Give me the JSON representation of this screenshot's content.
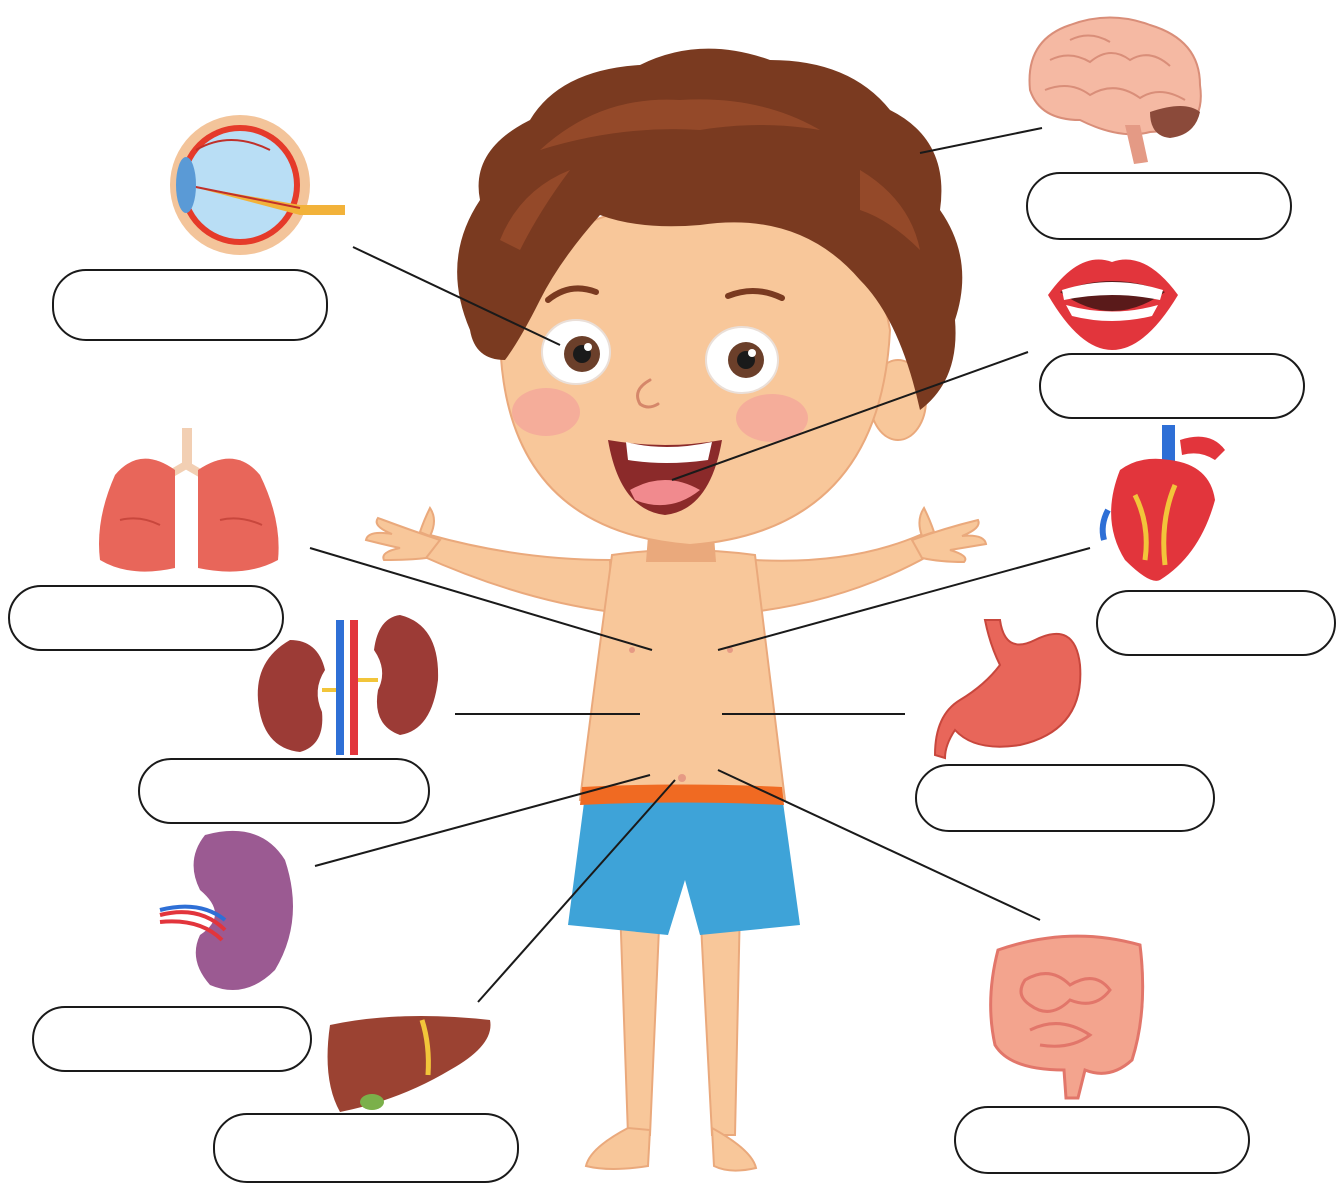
{
  "worksheet": {
    "answer_boxes": [
      {
        "organ": "brain",
        "value": ""
      },
      {
        "organ": "eye",
        "value": ""
      },
      {
        "organ": "mouth",
        "value": ""
      },
      {
        "organ": "lungs",
        "value": ""
      },
      {
        "organ": "heart",
        "value": ""
      },
      {
        "organ": "kidneys",
        "value": ""
      },
      {
        "organ": "stomach",
        "value": ""
      },
      {
        "organ": "spleen",
        "value": ""
      },
      {
        "organ": "liver",
        "value": ""
      },
      {
        "organ": "intestines",
        "value": ""
      }
    ]
  },
  "colors": {
    "skin": "#f8c79a",
    "skin_shadow": "#eaa97c",
    "hair": "#7a3a20",
    "hair_light": "#9b4e2c",
    "shorts": "#3ea3d8",
    "waistband": "#f06a22",
    "cheeks": "#f3a29a",
    "outline": "#1a1a1a",
    "organ_red": "#e8665a",
    "organ_dark_red": "#9c3b36",
    "spleen_purple": "#9b5a92",
    "liver_brown": "#9b4232",
    "brain_pink": "#f5b9a3"
  }
}
